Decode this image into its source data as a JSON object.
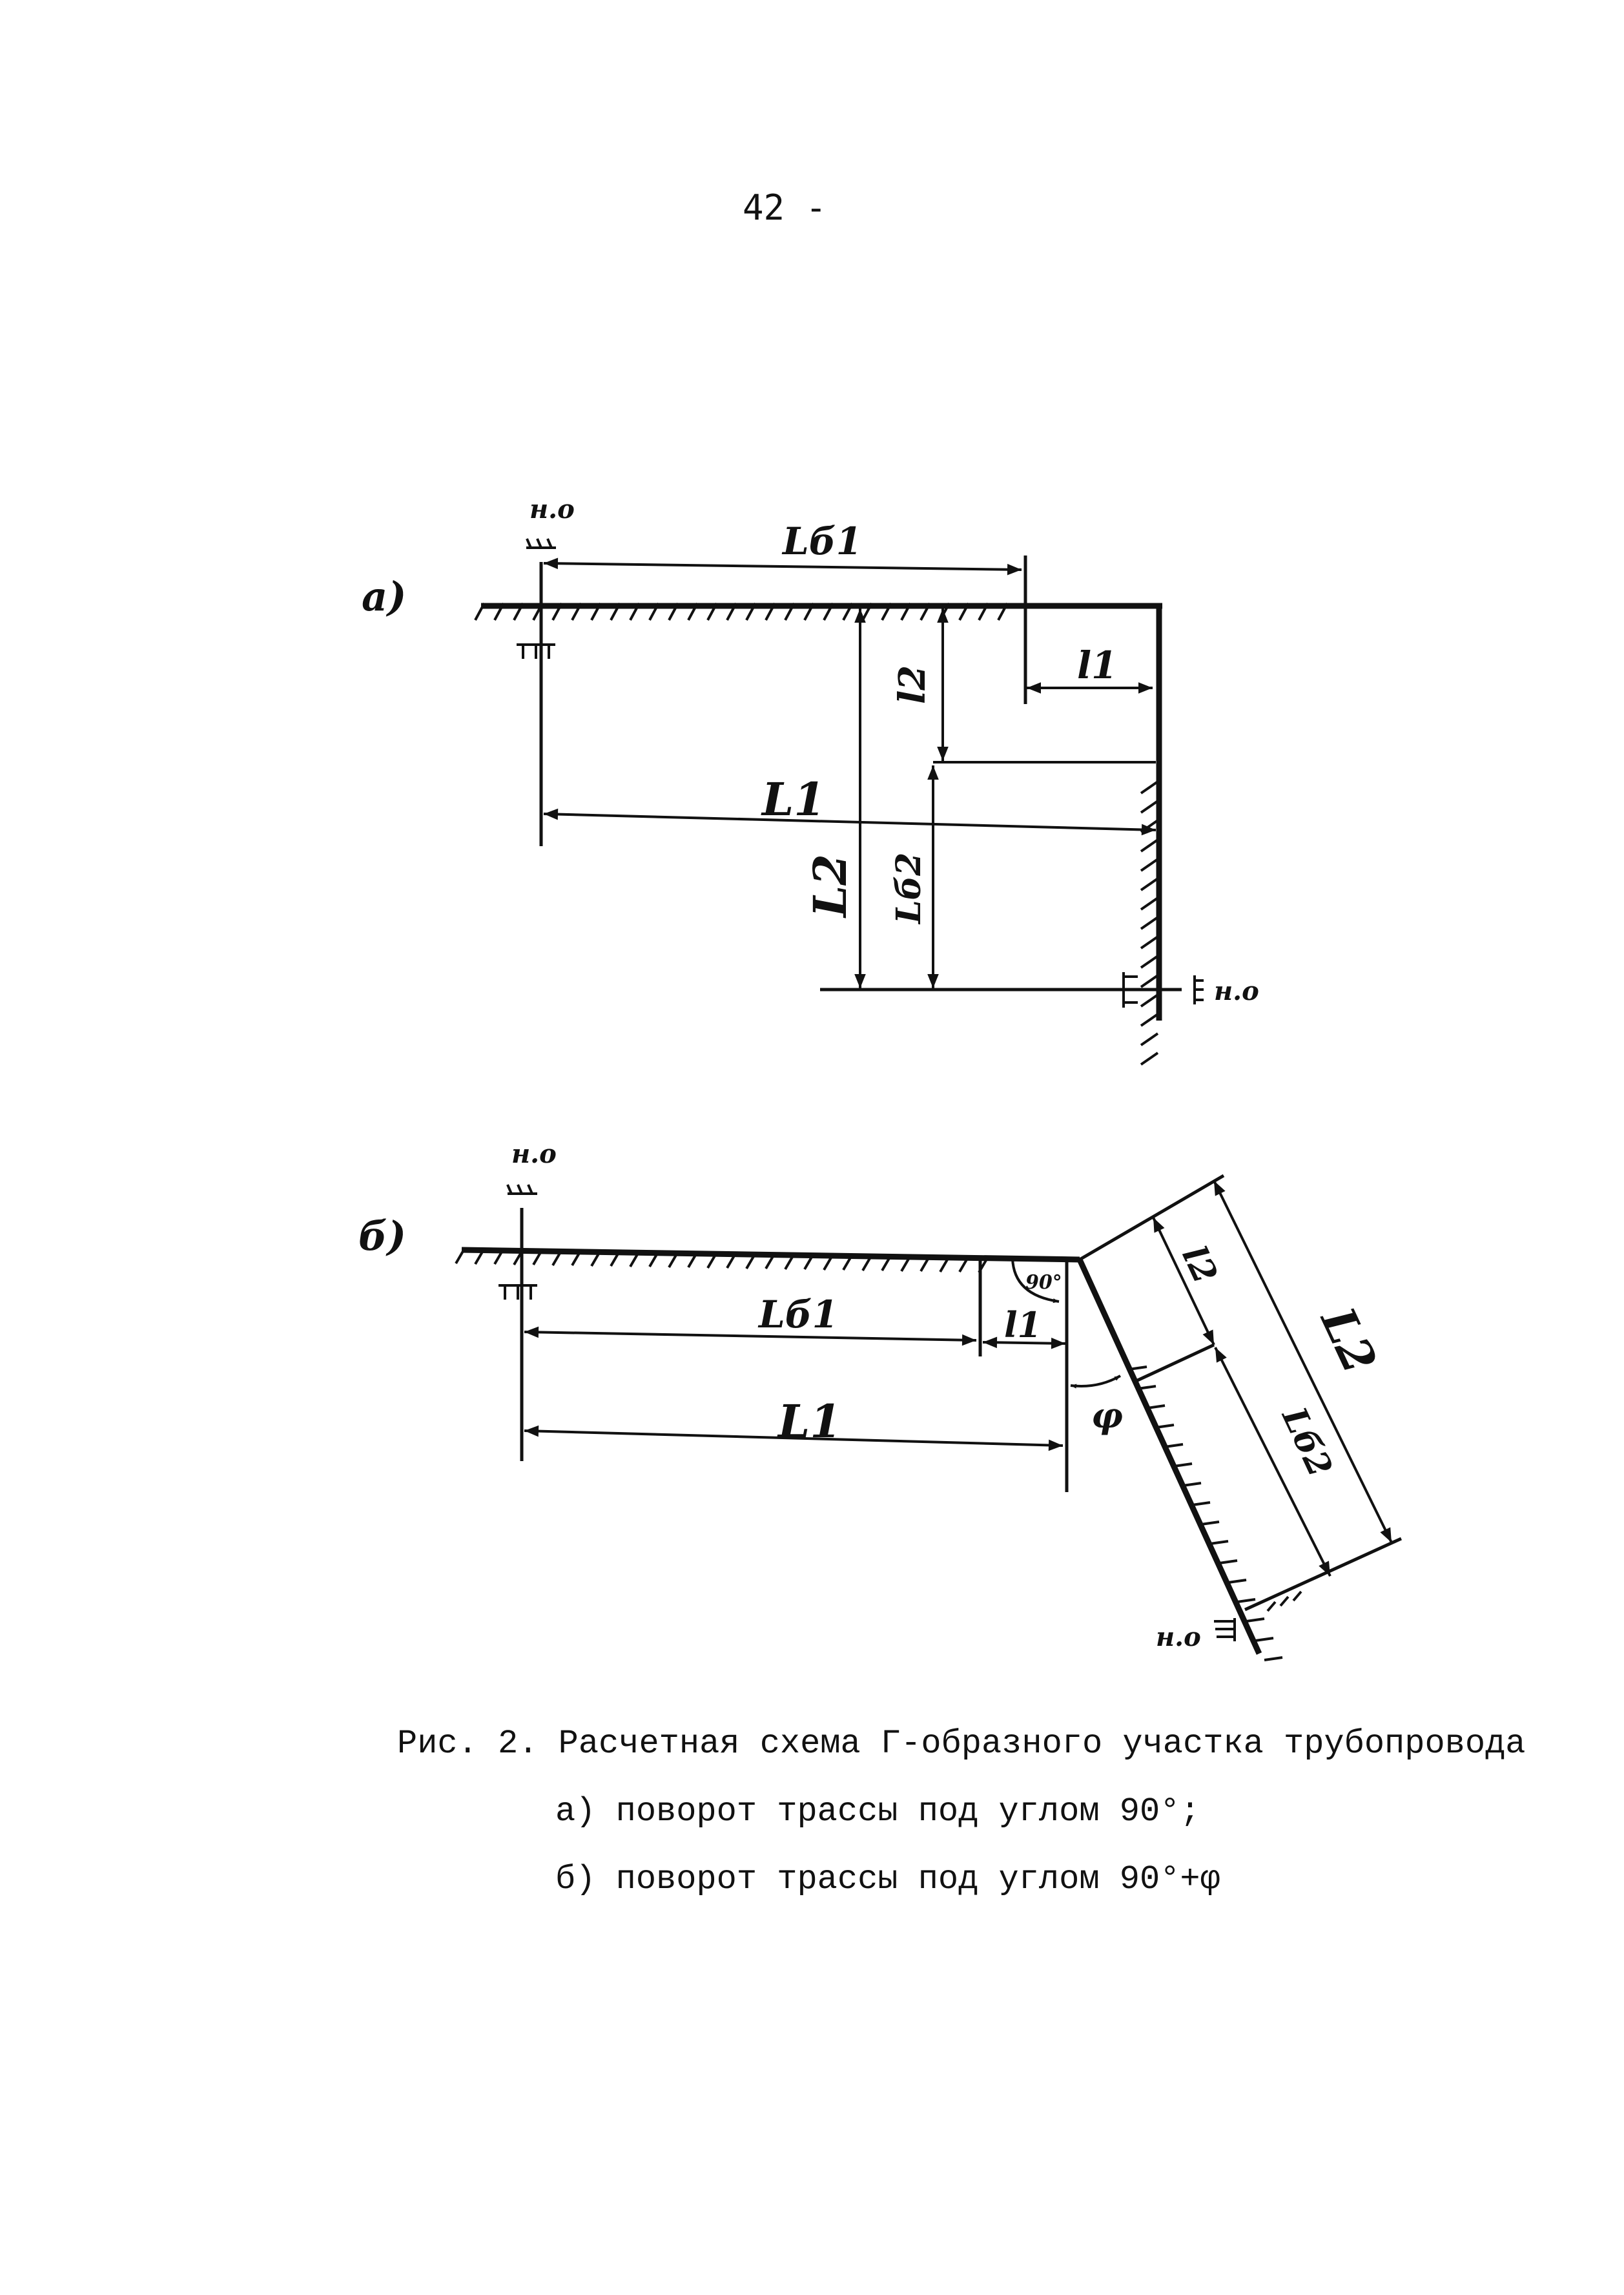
{
  "page_number": "42 -",
  "figure_a": {
    "panel_label": "a)",
    "labels": {
      "anchor_top": "н.о",
      "anchor_right": "н.о",
      "guide_top": "пп",
      "guide_bottom": "пп",
      "Lb1": "Lб1",
      "l1": "l1",
      "l2": "l2",
      "L1": "L1",
      "L2": "L2",
      "Lb2": "Lб2"
    }
  },
  "figure_b": {
    "panel_label": "б)",
    "labels": {
      "anchor_top": "н.о",
      "anchor_bottom": "н.о",
      "guide_top": "пп",
      "Lb1": "Lб1",
      "l1": "l1",
      "L1": "L1",
      "angle_90": "90°",
      "phi": "φ",
      "l2": "l2",
      "L2": "L2",
      "Lb2": "Lб2"
    }
  },
  "caption": {
    "line1": "Рис. 2. Расчетная схема Г-образного участка трубопровода",
    "line2": "а) поворот трассы под углом 90°;",
    "line3": "б) поворот трассы под углом 90°+φ"
  }
}
